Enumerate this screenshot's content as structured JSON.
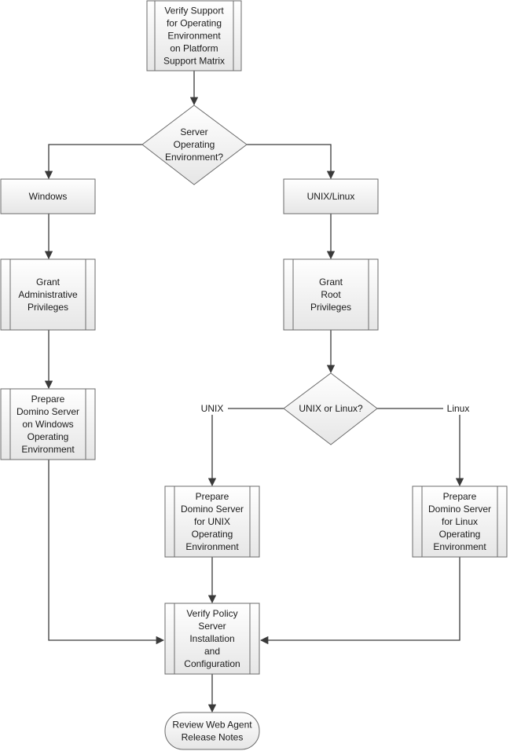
{
  "diagram": {
    "nodes": {
      "verify_support": [
        "Verify Support",
        "for Operating",
        "Environment",
        "on Platform",
        "Support Matrix"
      ],
      "server_os": [
        "Server",
        "Operating",
        "Environment?"
      ],
      "windows": [
        "Windows"
      ],
      "unix_linux": [
        "UNIX/Linux"
      ],
      "grant_admin": [
        "Grant",
        "Administrative",
        "Privileges"
      ],
      "grant_root": [
        "Grant",
        "Root",
        "Privileges"
      ],
      "unix_or_linux": [
        "UNIX or Linux?"
      ],
      "prepare_windows": [
        "Prepare",
        "Domino Server",
        "on Windows",
        "Operating",
        "Environment"
      ],
      "prepare_unix": [
        "Prepare",
        "Domino Server",
        "for UNIX",
        "Operating",
        "Environment"
      ],
      "prepare_linux": [
        "Prepare",
        "Domino Server",
        "for Linux",
        "Operating",
        "Environment"
      ],
      "verify_policy": [
        "Verify Policy",
        "Server",
        "Installation",
        "and",
        "Configuration"
      ],
      "review_notes": [
        "Review Web Agent",
        "Release Notes"
      ]
    },
    "edge_labels": {
      "unix": "UNIX",
      "linux": "Linux"
    }
  }
}
